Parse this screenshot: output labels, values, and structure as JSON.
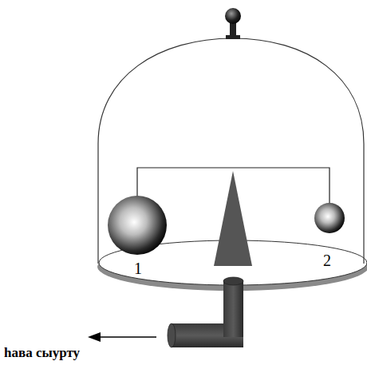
{
  "diagram": {
    "labels": [
      "1",
      "2",
      "hава сыурту"
    ]
  }
}
